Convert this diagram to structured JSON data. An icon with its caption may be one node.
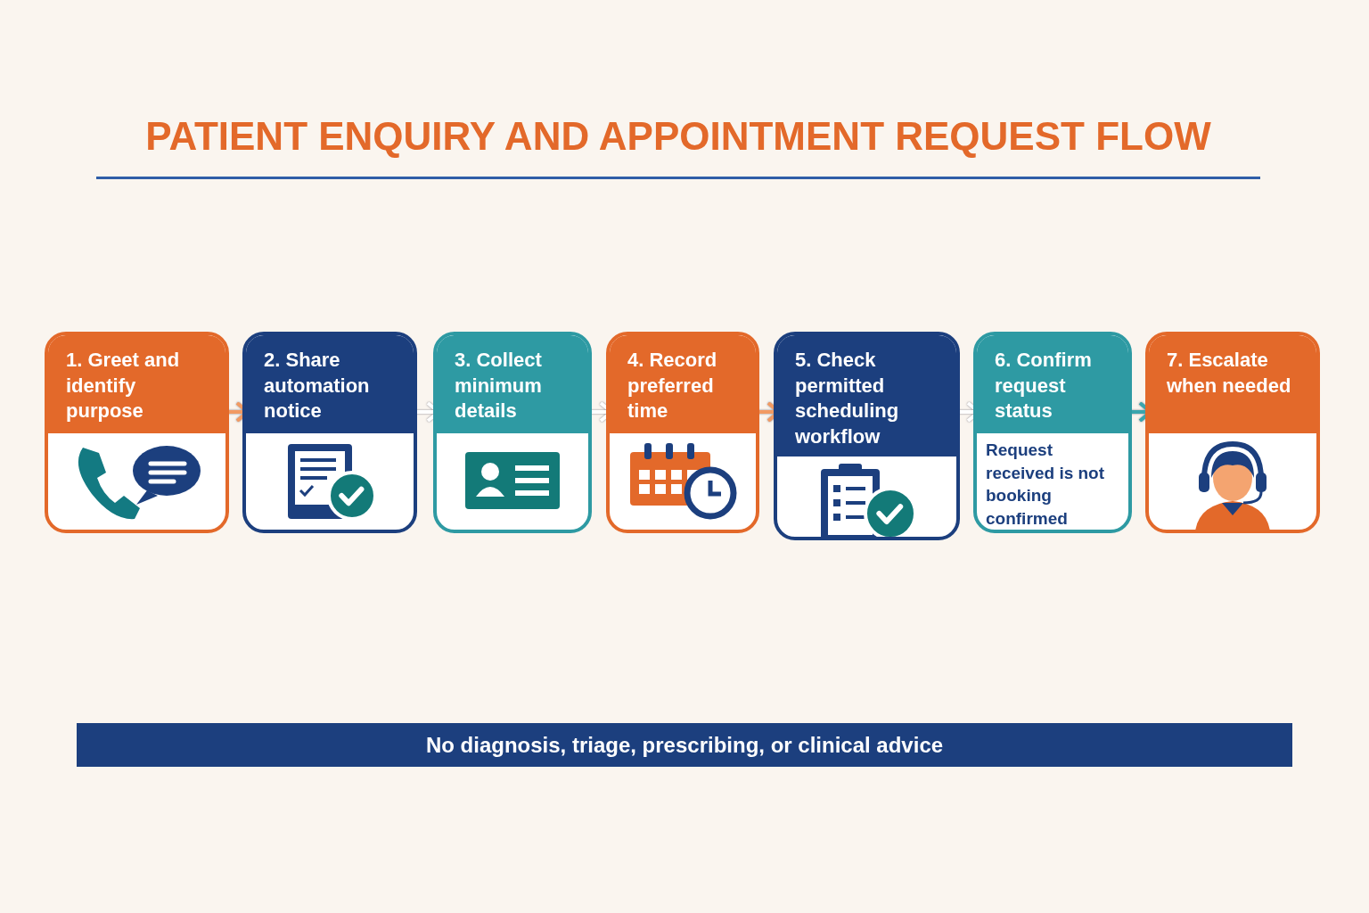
{
  "diagram": {
    "title": "PATIENT ENQUIRY AND APPOINTMENT REQUEST FLOW",
    "nodes": [
      {
        "text": [
          "1. Greet and identify purpose"
        ]
      },
      {
        "text": [
          "2. Share automation notice"
        ]
      },
      {
        "text": [
          "3. Collect minimum details"
        ]
      },
      {
        "text": [
          "4. Record preferred time"
        ]
      },
      {
        "text": [
          "5. Check permitted scheduling workflow"
        ]
      },
      {
        "text": [
          "6. Confirm request status",
          "Request received is not booking confirmed"
        ]
      },
      {
        "text": [
          "7. Escalate when needed"
        ]
      },
      {
        "text": [
          "No diagnosis, triage, prescribing, or clinical advice"
        ]
      }
    ],
    "edges": [
      {
        "from": 0,
        "to": 1,
        "arrow": "to",
        "color": "#f29a62"
      },
      {
        "from": 1,
        "to": 2,
        "arrow": "to"
      },
      {
        "from": 2,
        "to": 3,
        "arrow": "to"
      },
      {
        "from": 3,
        "to": 4,
        "arrow": "to",
        "color": "#f29a62"
      },
      {
        "from": 4,
        "to": 5,
        "arrow": "to"
      },
      {
        "from": 5,
        "to": 6,
        "arrow": "to",
        "color": "#3aa5ad"
      }
    ]
  }
}
